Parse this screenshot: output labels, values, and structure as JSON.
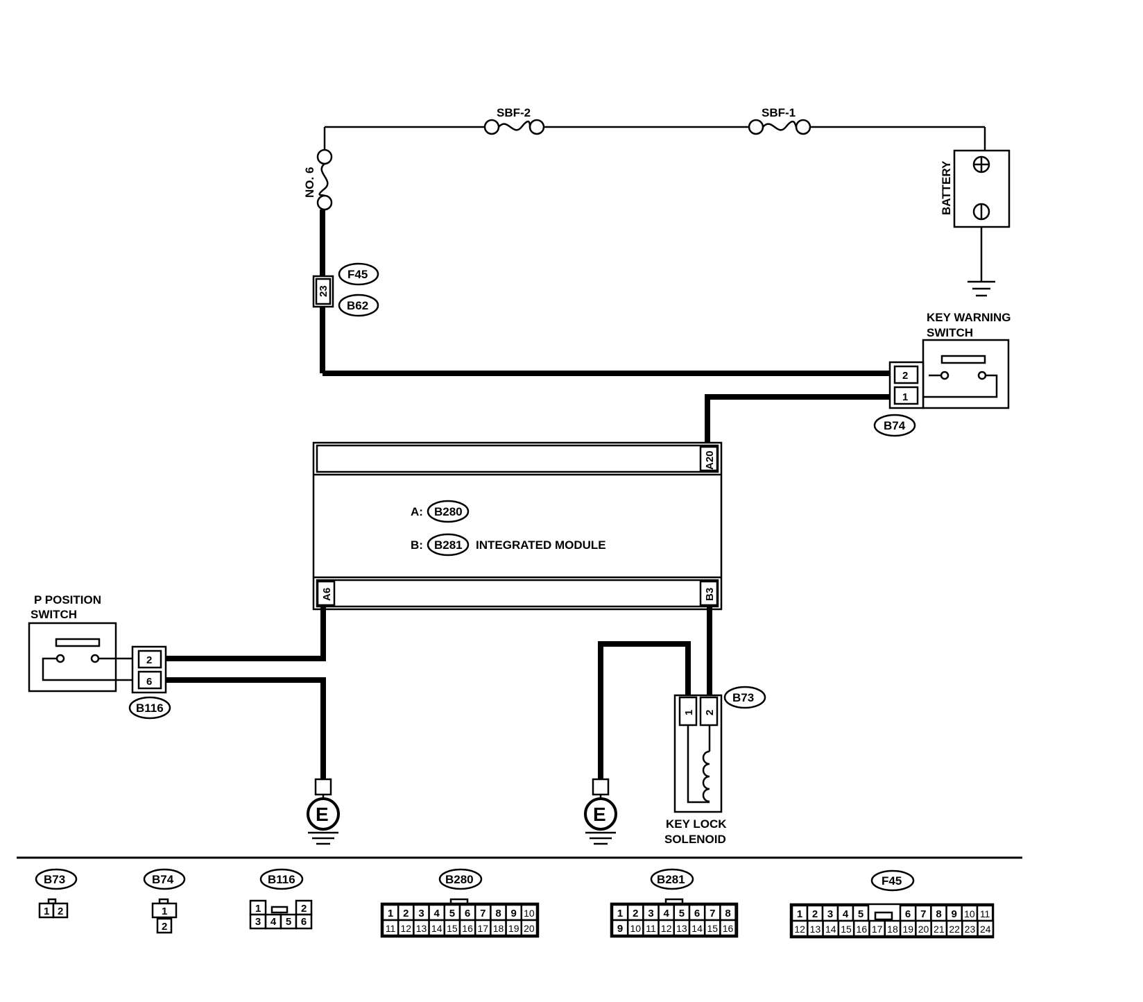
{
  "fuses": {
    "sbf2": "SBF-2",
    "sbf1": "SBF-1",
    "no6": "NO. 6"
  },
  "battery": {
    "label": "BATTERY"
  },
  "connectors": {
    "f45": "F45",
    "b62": "B62",
    "f45_b62_pin": "23",
    "b74": "B74",
    "b116": "B116",
    "b73": "B73"
  },
  "key_warning_switch": {
    "line1": "KEY WARNING",
    "line2": "SWITCH",
    "pin_top": "2",
    "pin_bottom": "1"
  },
  "integrated_module": {
    "label": "INTEGRATED MODULE",
    "connector_a_prefix": "A:",
    "connector_a": "B280",
    "connector_b_prefix": "B:",
    "connector_b": "B281",
    "pin_a20": "A20",
    "pin_a6": "A6",
    "pin_b3": "B3"
  },
  "p_position_switch": {
    "line1": "P  POSITION",
    "line2": "SWITCH",
    "pin_top": "2",
    "pin_bottom": "6"
  },
  "key_lock_solenoid": {
    "line1": "KEY LOCK",
    "line2": "SOLENOID",
    "pin_left": "1",
    "pin_right": "2"
  },
  "ground": {
    "symbol": "E"
  },
  "connector_views": {
    "b73": {
      "name": "B73",
      "pins": [
        "1",
        "2"
      ]
    },
    "b74": {
      "name": "B74",
      "pins": [
        "1",
        "2"
      ]
    },
    "b116": {
      "name": "B116",
      "top": [
        "1",
        "2"
      ],
      "bottom": [
        "3",
        "4",
        "5",
        "6"
      ]
    },
    "b280": {
      "name": "B280",
      "top": [
        "1",
        "2",
        "3",
        "4",
        "5",
        "6",
        "7",
        "8",
        "9",
        "10"
      ],
      "bottom": [
        "11",
        "12",
        "13",
        "14",
        "15",
        "16",
        "17",
        "18",
        "19",
        "20"
      ]
    },
    "b281": {
      "name": "B281",
      "top": [
        "1",
        "2",
        "3",
        "4",
        "5",
        "6",
        "7",
        "8"
      ],
      "bottom": [
        "9",
        "10",
        "11",
        "12",
        "13",
        "14",
        "15",
        "16"
      ]
    },
    "f45": {
      "name": "F45",
      "top_left": [
        "1",
        "2",
        "3",
        "4",
        "5"
      ],
      "top_right": [
        "6",
        "7",
        "8",
        "9",
        "10",
        "11"
      ],
      "bottom": [
        "12",
        "13",
        "14",
        "15",
        "16",
        "17",
        "18",
        "19",
        "20",
        "21",
        "22",
        "23",
        "24"
      ]
    }
  }
}
